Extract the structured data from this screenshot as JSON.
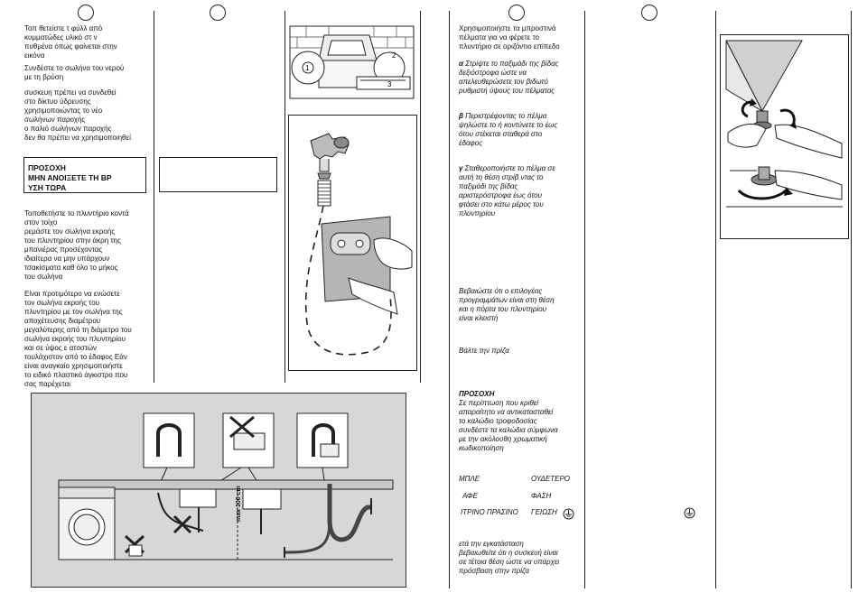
{
  "left_page": {
    "col1": {
      "p1": "Τοπ  θετείστε τ   φύλλ   από\n κυμματώδες υλικό  στ  ν\nπυθμένα  όπως φαίνεται στην\nεικόνα",
      "p2": "Συνδέστε το σωλήνα του νερού\nμε τη βρύση",
      "p3": "  συσκευη πρέπει να συνδεθεί\nστο δίκτυο ύδρευσης\nχρησιμοποιώντας το νέο\nσωλήνων παροχής\n  ο παλιό      σωλήνων παροχής\nδεν θα πρέπει να χρησιμοποιηθεί",
      "warning": "ΠΡΟΣΟΧΗ\nΜΗΝ ΑΝΟΙΞΕΤΕ ΤΗ ΒΡ\nΥΣΗ ΤΩΡΑ",
      "p4": "Τοποθετήστε το πλυντήριο κοντά\nστον τοίχο\n  ρεμάστε τον σωλήνα εκροής\nτου πλυντηρίου στην άκρη της\nμπανιέρας  προσέχοντας\nιδιαίτερα να μην υπάρχουν\nτσακίσματα καθ   όλο το μήκος\nτου σωλήνα",
      "p5": "Είναι προτιμότερο να ενώσετε\nτον σωλήνα εκροής του\nπλυντηρίου με τον σωλήνα της\nαποχέτευσης  διαμέτρου\nμεγαλύτερης από τη διάμετρο του\nσωλήνα εκροής του πλυντηρίου\nκαι σε ύψος      ε ατοστών\nτουλάχιστον από το έδαφος  Εάν\nείναι αναγκαίο  χρησιμοποιήστε\nτο ειδικό πλαστικό άγκιστρο που\nσας παρέχεται"
    },
    "max_label": "max 100 cm",
    "fig_numbers": [
      "1",
      "2",
      "3"
    ]
  },
  "right_page": {
    "col1": {
      "p1": "Χρησιμοποιήστε τα μπροστινά\nπέλματα για να φέρετε το\nπλυντήριο σε οριζόντιο επίπεδο",
      "a_letter": "α",
      "a_text": "  Στρίψτε το παξιμάδι της βίδας\nδεξιόστροφα ώστε να\nαπελευθερώσετε τον βιδωτό\nρυθμιστή ύψους του πέλματος",
      "b_letter": "β",
      "b_text": "  Περιστρέφοντας το πέλμα\nψηλώστε το ή κοντύνετε το έως\nότου στέκεται σταθερά στο\nέδαφος",
      "c_letter": "γ",
      "c_text": "  Σταθεροποιήστε το πέλμα σε\nαυτή τη θέση  στρίβ   ντας το\nπαξιμάδι της βίδας\nαριστερόστροφα  έως ότου\nφτάσει στο κάτω μέρος του\nπλυντηρίου",
      "p2": "Βεβαιώστε ότι ο επιλογέας\nπρογραμμάτων είναι στη θέση\n          και η πόρτα του πλυντηρίου\nείναι κλειστή",
      "p3": "Βάλτε την πρίζα",
      "warning_title": "ΠΡΟΣΟΧΗ",
      "warning_text": "Σε περίπτωση που κριθεί\nαπαραίτητο να αντικατασταθεί\nτο καλώδιο τροφοδοσίας\nσυνδέστε τα καλώδια σύμφωνα\nμε την ακόλουθη χρωματική\nκωδικοποίηση",
      "wire_rows": [
        {
          "color": "ΜΠΛΕ",
          "name": "ΟΥΔΕΤΕΡΟ"
        },
        {
          "color": "ΑΦΕ",
          "name": "ΦΑΣΗ"
        },
        {
          "color": "ΙΤΡΙΝΟ  ΠΡΑΣΙΝΟ",
          "name": "ΓΕΙΩΣΗ"
        }
      ],
      "p4": "  ετά την εγκατάσταση\nβεβαιωθείτε ότι η συσκευή είναι\nσε τέτοια θέση ώστε να υπάρχει\nπρόσβαση στην πρίζα"
    }
  }
}
